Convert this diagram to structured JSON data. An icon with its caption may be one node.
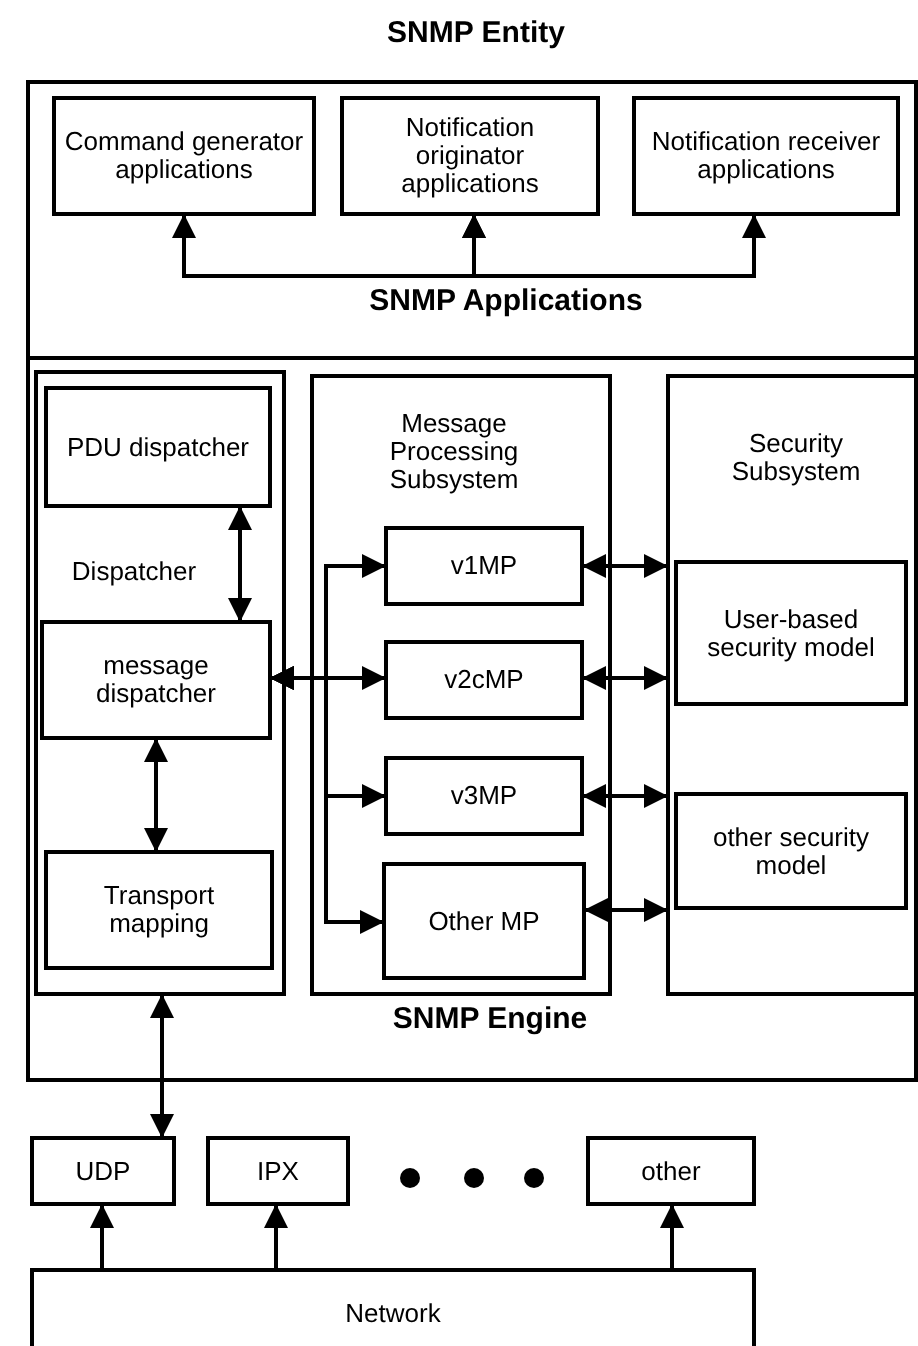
{
  "diagram": {
    "nodes": [
      {
        "text": [
          "SNMP Entity"
        ]
      },
      {
        "text": [
          "SNMP Applications"
        ],
        "in": 0
      },
      {
        "text": [
          "Command generator applications"
        ],
        "in": 1
      },
      {
        "text": [
          "Notification originator applications"
        ],
        "in": 1
      },
      {
        "text": [
          "Notification receiver applications"
        ],
        "in": 1
      },
      {
        "text": [
          "SNMP Engine"
        ],
        "in": 0
      },
      {
        "text": [
          "Dispatcher"
        ],
        "in": 5
      },
      {
        "text": [
          "PDU dispatcher"
        ],
        "in": 6
      },
      {
        "text": [
          "message dispatcher"
        ],
        "in": 6
      },
      {
        "text": [
          "Transport mapping"
        ],
        "in": 6
      },
      {
        "text": [
          "Message Processing Subsystem"
        ],
        "in": 5
      },
      {
        "text": [
          "v1MP"
        ],
        "in": 10
      },
      {
        "text": [
          "v2cMP"
        ],
        "in": 10
      },
      {
        "text": [
          "v3MP"
        ],
        "in": 10
      },
      {
        "text": [
          "Other MP"
        ],
        "in": 10
      },
      {
        "text": [
          "Security Subsystem"
        ],
        "in": 5
      },
      {
        "text": [
          "User-based security model"
        ],
        "in": 15
      },
      {
        "text": [
          "other security model"
        ],
        "in": 15
      },
      {
        "text": [
          "UDP"
        ]
      },
      {
        "text": [
          "IPX"
        ]
      },
      {
        "text": [
          "other"
        ]
      },
      {
        "text": [
          "Network"
        ]
      }
    ],
    "edges": [
      {
        "from": 2,
        "to": 3,
        "arrow": "both"
      },
      {
        "from": 3,
        "to": 4,
        "arrow": "both"
      },
      {
        "from": 7,
        "to": 8,
        "arrow": "both"
      },
      {
        "from": 8,
        "to": 9,
        "arrow": "both"
      },
      {
        "from": 8,
        "to": 11,
        "arrow": "both"
      },
      {
        "from": 8,
        "to": 12,
        "arrow": "both"
      },
      {
        "from": 8,
        "to": 13,
        "arrow": "both"
      },
      {
        "from": 8,
        "to": 14,
        "arrow": "both"
      },
      {
        "from": 11,
        "to": 15,
        "arrow": "both"
      },
      {
        "from": 12,
        "to": 15,
        "arrow": "both"
      },
      {
        "from": 13,
        "to": 15,
        "arrow": "both"
      },
      {
        "from": 14,
        "to": 15,
        "arrow": "both"
      },
      {
        "from": 6,
        "to": 18,
        "arrow": "both"
      },
      {
        "from": 21,
        "to": 18,
        "arrow": "to"
      },
      {
        "from": 21,
        "to": 19,
        "arrow": "to"
      },
      {
        "from": 21,
        "to": 20,
        "arrow": "to"
      }
    ]
  }
}
